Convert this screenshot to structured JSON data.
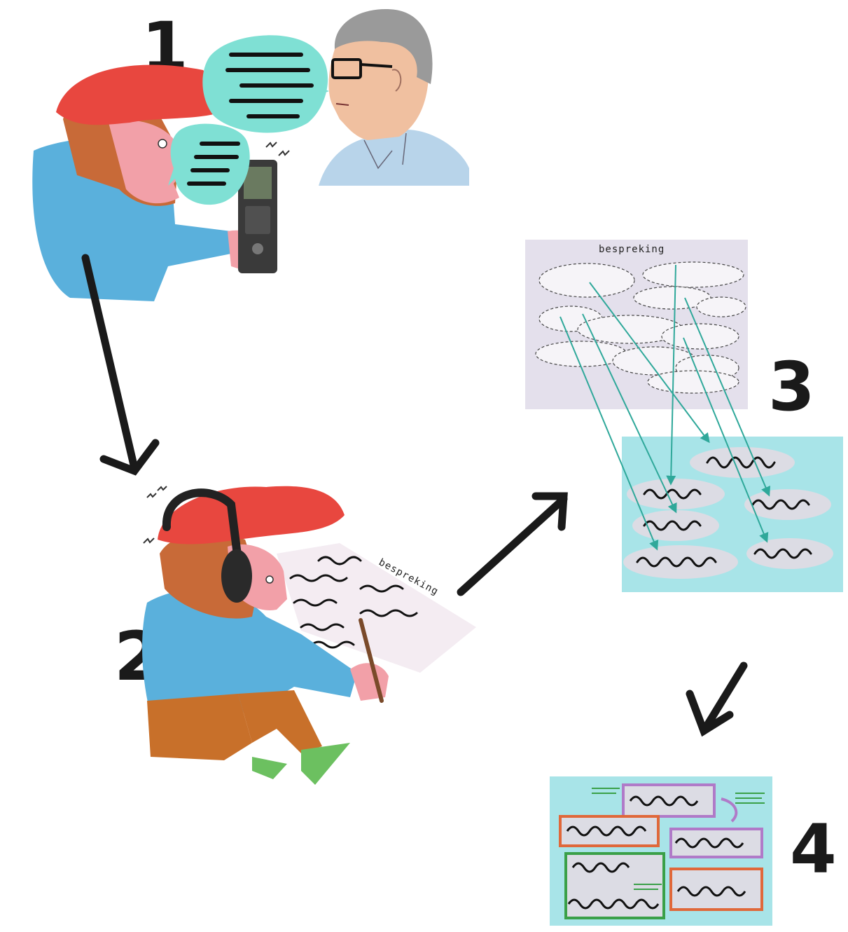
{
  "steps": [
    {
      "number": "1"
    },
    {
      "number": "2"
    },
    {
      "number": "3"
    },
    {
      "number": "4"
    }
  ],
  "document_title": "bespreking",
  "colors": {
    "cap": "#e8473f",
    "hair": "#c86a38",
    "shirt": "#5ab0dc",
    "skin": "#f2a0a8",
    "speech_bubble": "#7fe0d4",
    "card_bg": "#a8e4e8",
    "interviewee_shirt": "#b8d4ea",
    "doc_bg": "#e4e0ec",
    "teal_arrow": "#2fa89a",
    "arrow": "#1a1a1a",
    "box_purple": "#b07ac8",
    "box_orange": "#e0683a",
    "box_green": "#3aa048",
    "pants": "#c8702a",
    "shoes": "#6cc060"
  }
}
